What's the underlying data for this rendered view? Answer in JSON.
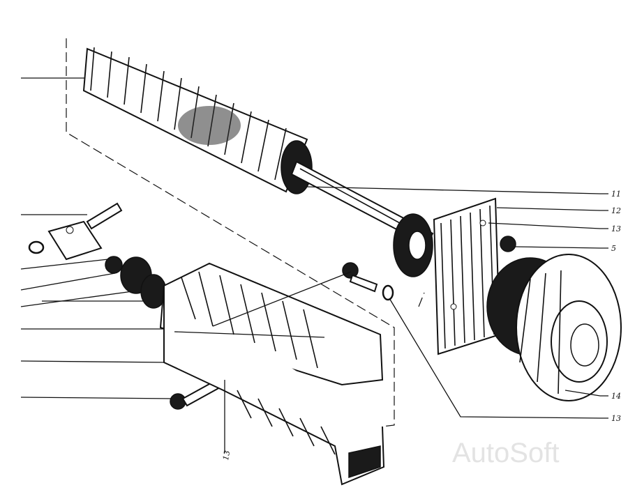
{
  "callouts": {
    "c11": "11",
    "c12": "12",
    "c13a": "13",
    "c5": "5",
    "c14": "14",
    "c13b": "13",
    "c13c": "13"
  },
  "watermark": "AutoSoft",
  "colors": {
    "ink": "#111111",
    "paper": "#ffffff",
    "watermark": "#e3e3e3"
  }
}
